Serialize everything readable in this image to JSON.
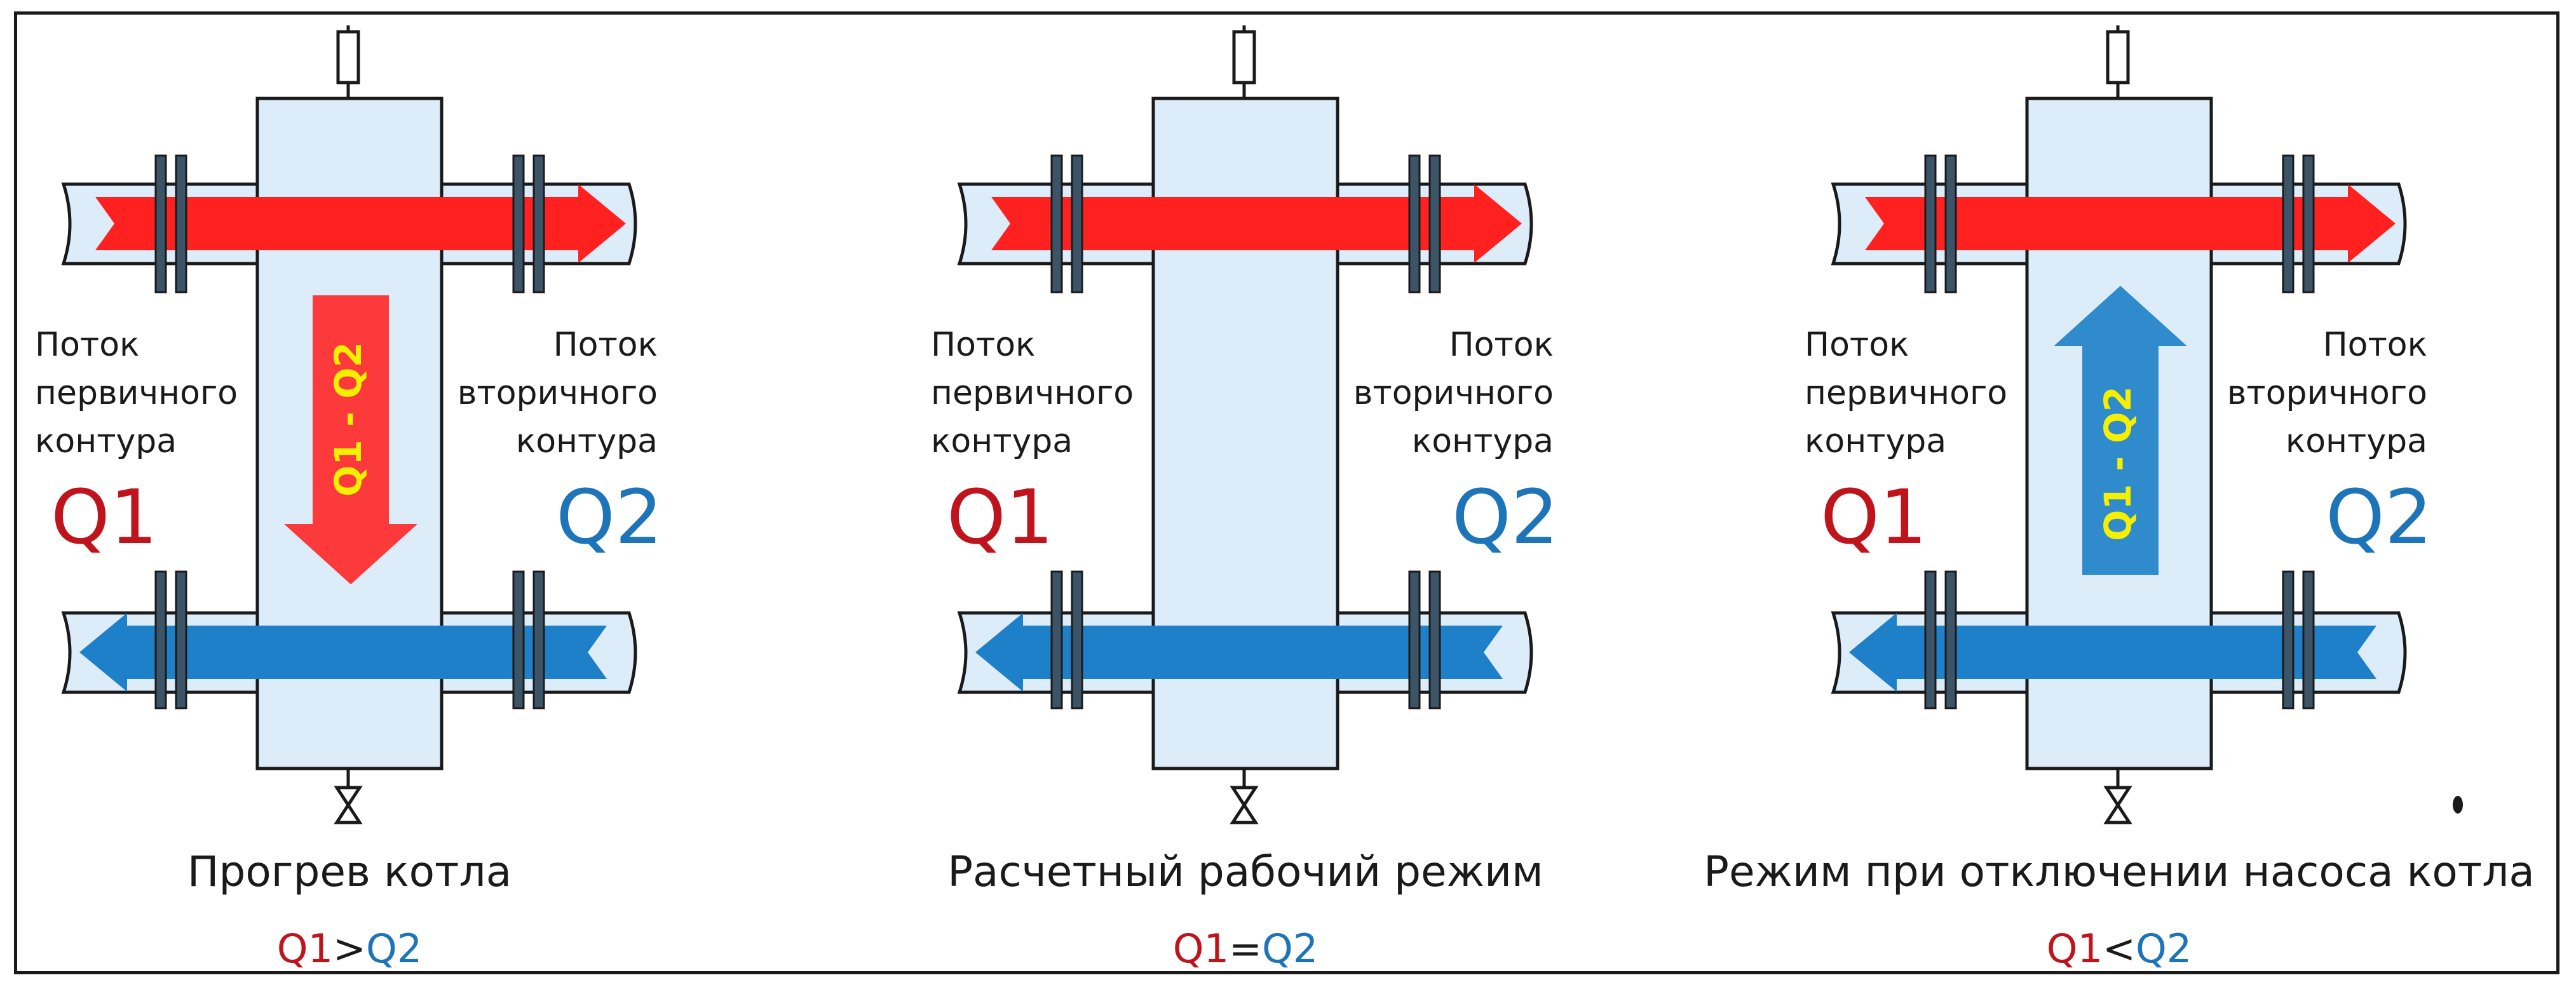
{
  "panels": [
    {
      "id": "heating",
      "primary_label": [
        "Поток",
        "первичного",
        "контура"
      ],
      "secondary_label": [
        "Поток",
        "вторичного",
        "контура"
      ],
      "q1": "Q1",
      "q2": "Q2",
      "caption": "Прогрев котла",
      "relation": {
        "left": "Q1",
        "op": ">",
        "right": "Q2"
      },
      "vertical_flow": {
        "direction": "down",
        "text": "Q1 - Q2",
        "color": "#ff2a2a"
      }
    },
    {
      "id": "design",
      "primary_label": [
        "Поток",
        "первичного",
        "контура"
      ],
      "secondary_label": [
        "Поток",
        "вторичного",
        "контура"
      ],
      "q1": "Q1",
      "q2": "Q2",
      "caption": "Расчетный рабочий режим",
      "relation": {
        "left": "Q1",
        "op": "=",
        "right": "Q2"
      },
      "vertical_flow": null
    },
    {
      "id": "pump-off",
      "primary_label": [
        "Поток",
        "первичного",
        "контура"
      ],
      "secondary_label": [
        "Поток",
        "вторичного",
        "контура"
      ],
      "q1": "Q1",
      "q2": "Q2",
      "caption": "Режим при отключении насоса котла",
      "relation": {
        "left": "Q1",
        "op": "<",
        "right": "Q2"
      },
      "vertical_flow": {
        "direction": "up",
        "text": "Q1 - Q2",
        "color": "#1f82c8"
      }
    }
  ],
  "colors": {
    "hot": "#ff2020",
    "cold": "#1e80c8",
    "vessel": "#dcecf8",
    "q1_text": "#c0141c",
    "q2_text": "#1d74b8",
    "flange": "#3c5468",
    "vertical_text": "#f6f000"
  }
}
